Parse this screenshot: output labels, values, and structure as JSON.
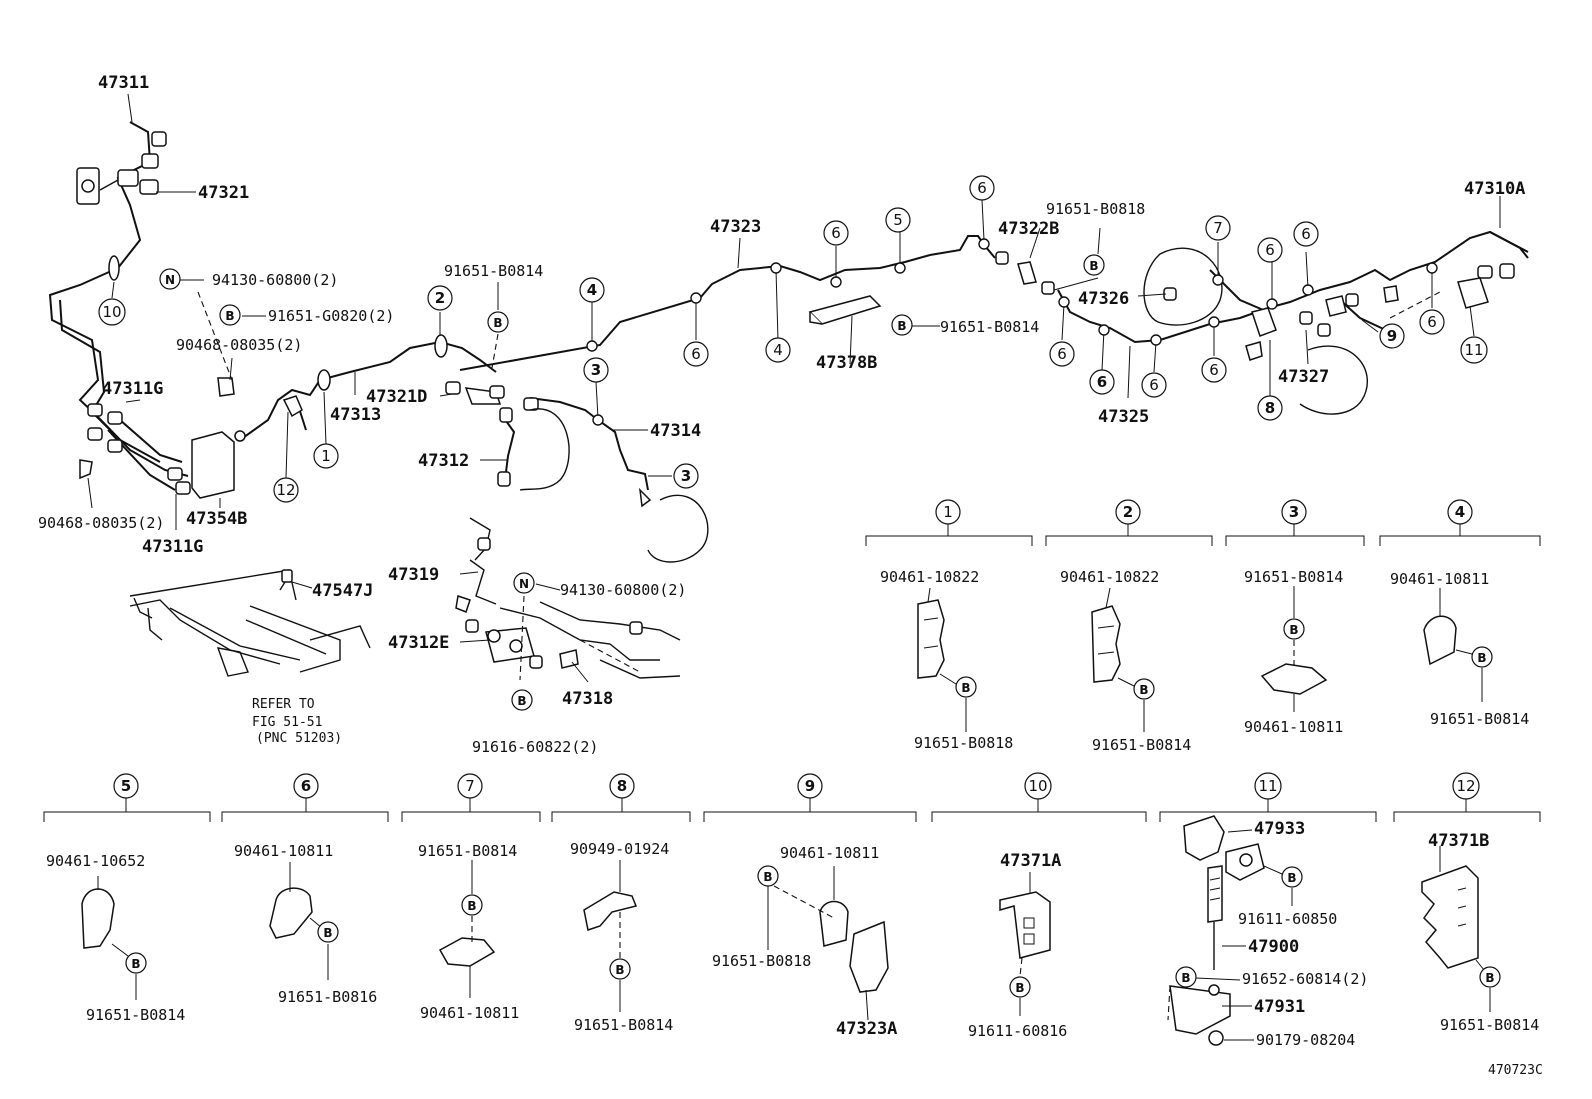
{
  "labels": {
    "p47311": "47311",
    "p47321": "47321",
    "p47311g_a": "47311G",
    "p47311g_b": "47311G",
    "p90468_a": "90468-08035(2)",
    "p90468_b": "90468-08035(2)",
    "p94130_a": "94130-60800(2)",
    "p91651g": "91651-G0820(2)",
    "p47354b": "47354B",
    "p91651b0814_top": "91651-B0814",
    "p47313": "47313",
    "p47321d": "47321D",
    "p47312": "47312",
    "p47314": "47314",
    "p47323": "47323",
    "p47378b": "47378B",
    "p91651b0814_mid": "91651-B0814",
    "p47322b": "47322B",
    "p91651b0818_top": "91651-B0818",
    "p47326": "47326",
    "p47325": "47325",
    "p47327": "47327",
    "p47310a": "47310A",
    "p47547j": "47547J",
    "p47319": "47319",
    "p94130_b": "94130-60800(2)",
    "p47312e": "47312E",
    "p47318": "47318",
    "p91616": "91616-60822(2)",
    "refer1": "REFER TO",
    "refer2": "FIG 51-51",
    "refer3": "(PNC 51203)",
    "fig_code": "470723C"
  },
  "detail_parts": {
    "d1_top": "90461-10822",
    "d1_bot": "91651-B0818",
    "d2_top": "90461-10822",
    "d2_bot": "91651-B0814",
    "d3_top": "91651-B0814",
    "d3_bot": "90461-10811",
    "d4_top": "90461-10811",
    "d4_bot": "91651-B0814",
    "d5_top": "90461-10652",
    "d5_bot": "91651-B0814",
    "d6_top": "90461-10811",
    "d6_bot": "91651-B0816",
    "d7_top": "91651-B0814",
    "d7_bot": "90461-10811",
    "d8_top": "90949-01924",
    "d8_bot": "91651-B0814",
    "d9_top": "90461-10811",
    "d9_left": "91651-B0818",
    "d9_bot": "47323A",
    "d10_top": "47371A",
    "d10_bot": "91611-60816",
    "d11_a": "47933",
    "d11_b": "91611-60850",
    "d11_c": "47900",
    "d11_d": "91652-60814(2)",
    "d11_e": "47931",
    "d11_f": "90179-08204",
    "d12_top": "47371B",
    "d12_bot": "91651-B0814"
  },
  "symbols": {
    "n": "N",
    "b": "B"
  },
  "refs": {
    "r1": "1",
    "r2": "2",
    "r3": "3",
    "r4": "4",
    "r5": "5",
    "r6": "6",
    "r7": "7",
    "r8": "8",
    "r9": "9",
    "r10": "10",
    "r11": "11",
    "r12": "12"
  }
}
